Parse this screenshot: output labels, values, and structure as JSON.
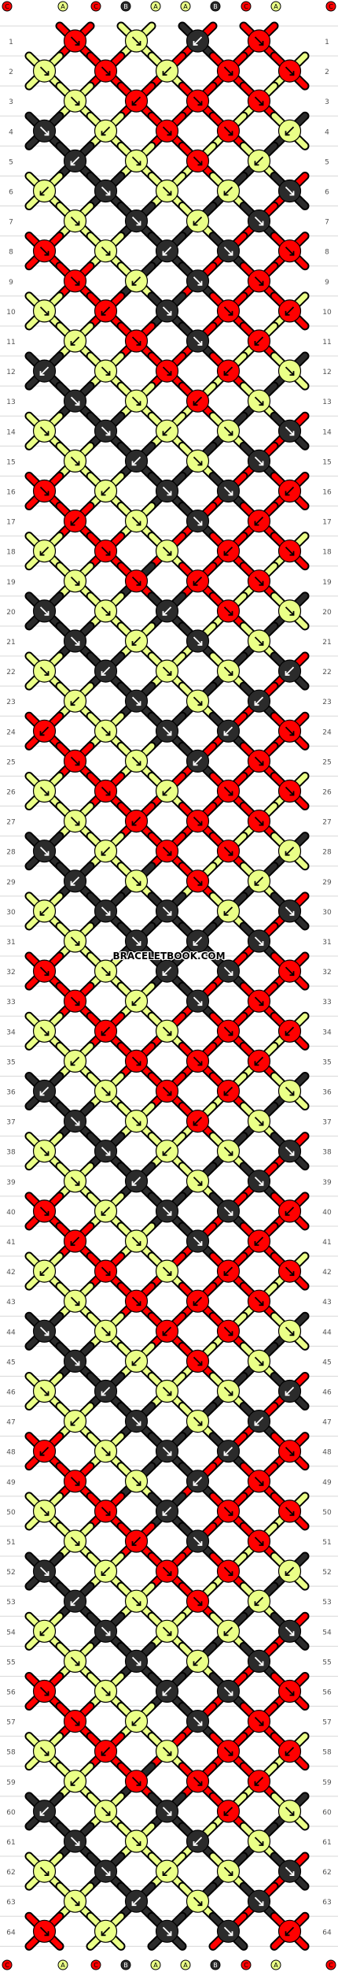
{
  "colors": {
    "A": "#eaff87",
    "B": "#2b2b2b",
    "C": "#ff0000"
  },
  "strings_top": [
    "C",
    "A",
    "C",
    "B",
    "A",
    "A",
    "B",
    "C",
    "A",
    "C"
  ],
  "strings_bottom": [
    "C",
    "A",
    "C",
    "B",
    "A",
    "A",
    "B",
    "C",
    "A",
    "C"
  ],
  "row_count": 64,
  "watermark": "BRACELETBOOK.COM",
  "icons": {
    "knot_arrow": "arrow-icon"
  }
}
